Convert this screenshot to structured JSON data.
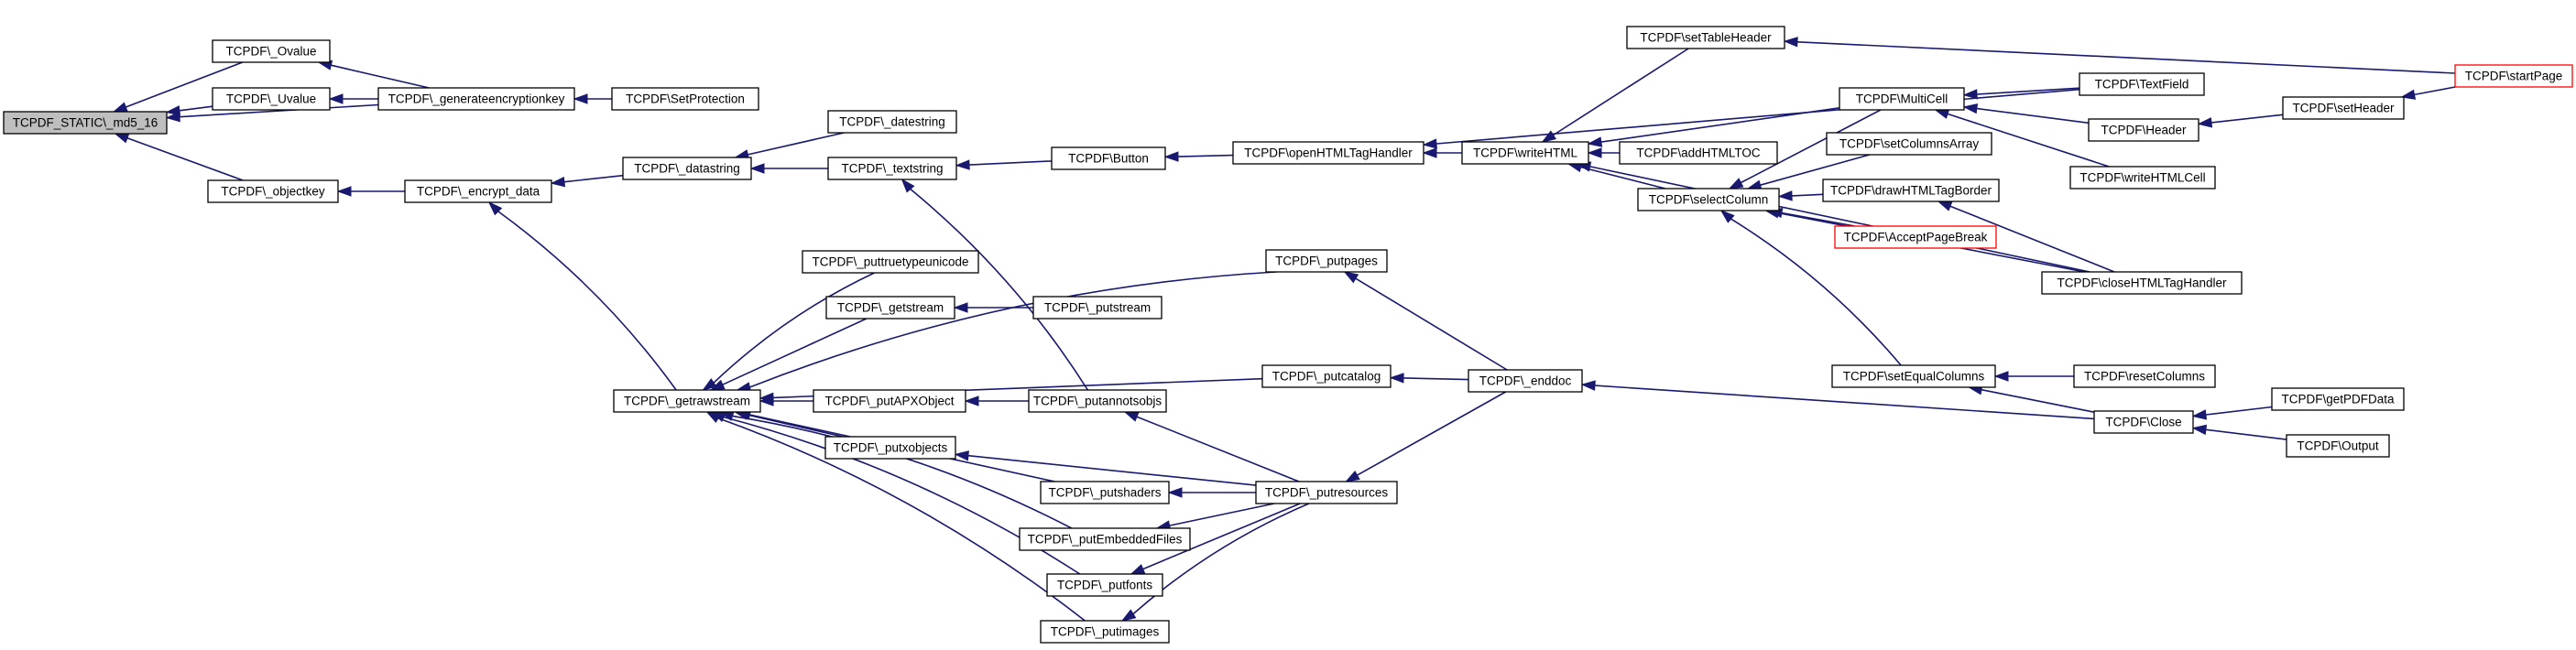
{
  "graph": {
    "root": "STATIC_md5_16",
    "colors": {
      "edge": "#191970",
      "root_fill": "#bfbfbf",
      "node_border": "#000000",
      "truncated_border": "#ff0000"
    },
    "nodes": {
      "STATIC_md5_16": {
        "label": "TCPDF_STATIC\\_md5_16"
      },
      "Ovalue": {
        "label": "TCPDF\\_Ovalue"
      },
      "Uvalue": {
        "label": "TCPDF\\_Uvalue"
      },
      "generateencryptionkey": {
        "label": "TCPDF\\_generateencryptionkey"
      },
      "SetProtection": {
        "label": "TCPDF\\SetProtection"
      },
      "objectkey": {
        "label": "TCPDF\\_objectkey"
      },
      "encrypt_data": {
        "label": "TCPDF\\_encrypt_data"
      },
      "datastring": {
        "label": "TCPDF\\_datastring"
      },
      "datestring": {
        "label": "TCPDF\\_datestring"
      },
      "textstring": {
        "label": "TCPDF\\_textstring"
      },
      "Button": {
        "label": "TCPDF\\Button"
      },
      "openHTMLTagHandler": {
        "label": "TCPDF\\openHTMLTagHandler"
      },
      "writeHTML": {
        "label": "TCPDF\\writeHTML"
      },
      "setTableHeader": {
        "label": "TCPDF\\setTableHeader"
      },
      "MultiCell": {
        "label": "TCPDF\\MultiCell"
      },
      "TextField": {
        "label": "TCPDF\\TextField"
      },
      "startPage": {
        "label": "TCPDF\\startPage",
        "truncated": true
      },
      "Header": {
        "label": "TCPDF\\Header"
      },
      "setHeader": {
        "label": "TCPDF\\setHeader"
      },
      "writeHTMLCell": {
        "label": "TCPDF\\writeHTMLCell"
      },
      "addHTMLTOC": {
        "label": "TCPDF\\addHTMLTOC"
      },
      "setColumnsArray": {
        "label": "TCPDF\\setColumnsArray"
      },
      "selectColumn": {
        "label": "TCPDF\\selectColumn"
      },
      "drawHTMLTagBorder": {
        "label": "TCPDF\\drawHTMLTagBorder"
      },
      "AcceptPageBreak": {
        "label": "TCPDF\\AcceptPageBreak",
        "truncated": true
      },
      "closeHTMLTagHandler": {
        "label": "TCPDF\\closeHTMLTagHandler"
      },
      "setEqualColumns": {
        "label": "TCPDF\\setEqualColumns"
      },
      "resetColumns": {
        "label": "TCPDF\\resetColumns"
      },
      "Close": {
        "label": "TCPDF\\Close"
      },
      "getPDFData": {
        "label": "TCPDF\\getPDFData"
      },
      "Output": {
        "label": "TCPDF\\Output"
      },
      "enddoc": {
        "label": "TCPDF\\_enddoc"
      },
      "putpages": {
        "label": "TCPDF\\_putpages"
      },
      "putcatalog": {
        "label": "TCPDF\\_putcatalog"
      },
      "putresources": {
        "label": "TCPDF\\_putresources"
      },
      "getrawstream": {
        "label": "TCPDF\\_getrawstream"
      },
      "puttruetypeunicode": {
        "label": "TCPDF\\_puttruetypeunicode"
      },
      "getstream": {
        "label": "TCPDF\\_getstream"
      },
      "putstream": {
        "label": "TCPDF\\_putstream"
      },
      "putAPXObject": {
        "label": "TCPDF\\_putAPXObject"
      },
      "putannotsobjs": {
        "label": "TCPDF\\_putannotsobjs"
      },
      "putxobjects": {
        "label": "TCPDF\\_putxobjects"
      },
      "putshaders": {
        "label": "TCPDF\\_putshaders"
      },
      "putEmbeddedFiles": {
        "label": "TCPDF\\_putEmbeddedFiles"
      },
      "putfonts": {
        "label": "TCPDF\\_putfonts"
      },
      "putimages": {
        "label": "TCPDF\\_putimages"
      }
    },
    "edges": [
      {
        "from": "Ovalue",
        "to": "STATIC_md5_16"
      },
      {
        "from": "Uvalue",
        "to": "STATIC_md5_16"
      },
      {
        "from": "generateencryptionkey",
        "to": "STATIC_md5_16"
      },
      {
        "from": "objectkey",
        "to": "STATIC_md5_16"
      },
      {
        "from": "generateencryptionkey",
        "to": "Ovalue"
      },
      {
        "from": "generateencryptionkey",
        "to": "Uvalue"
      },
      {
        "from": "SetProtection",
        "to": "generateencryptionkey"
      },
      {
        "from": "encrypt_data",
        "to": "objectkey"
      },
      {
        "from": "datastring",
        "to": "encrypt_data"
      },
      {
        "from": "getrawstream",
        "to": "encrypt_data"
      },
      {
        "from": "datestring",
        "to": "datastring"
      },
      {
        "from": "textstring",
        "to": "datastring"
      },
      {
        "from": "Button",
        "to": "textstring"
      },
      {
        "from": "putannotsobjs",
        "to": "textstring"
      },
      {
        "from": "openHTMLTagHandler",
        "to": "Button"
      },
      {
        "from": "writeHTML",
        "to": "openHTMLTagHandler"
      },
      {
        "from": "TextField",
        "to": "openHTMLTagHandler"
      },
      {
        "from": "setTableHeader",
        "to": "writeHTML"
      },
      {
        "from": "MultiCell",
        "to": "writeHTML"
      },
      {
        "from": "addHTMLTOC",
        "to": "writeHTML"
      },
      {
        "from": "selectColumn",
        "to": "writeHTML"
      },
      {
        "from": "closeHTMLTagHandler",
        "to": "writeHTML"
      },
      {
        "from": "startPage",
        "to": "setTableHeader"
      },
      {
        "from": "TextField",
        "to": "MultiCell"
      },
      {
        "from": "Header",
        "to": "MultiCell"
      },
      {
        "from": "writeHTMLCell",
        "to": "MultiCell"
      },
      {
        "from": "setHeader",
        "to": "Header"
      },
      {
        "from": "startPage",
        "to": "setHeader"
      },
      {
        "from": "MultiCell",
        "to": "selectColumn"
      },
      {
        "from": "setColumnsArray",
        "to": "selectColumn"
      },
      {
        "from": "drawHTMLTagBorder",
        "to": "selectColumn"
      },
      {
        "from": "AcceptPageBreak",
        "to": "selectColumn"
      },
      {
        "from": "closeHTMLTagHandler",
        "to": "selectColumn"
      },
      {
        "from": "setEqualColumns",
        "to": "selectColumn"
      },
      {
        "from": "closeHTMLTagHandler",
        "to": "drawHTMLTagBorder"
      },
      {
        "from": "resetColumns",
        "to": "setEqualColumns"
      },
      {
        "from": "Close",
        "to": "setEqualColumns"
      },
      {
        "from": "getPDFData",
        "to": "Close"
      },
      {
        "from": "Output",
        "to": "Close"
      },
      {
        "from": "Close",
        "to": "enddoc"
      },
      {
        "from": "enddoc",
        "to": "putpages"
      },
      {
        "from": "enddoc",
        "to": "putcatalog"
      },
      {
        "from": "enddoc",
        "to": "putresources"
      },
      {
        "from": "putresources",
        "to": "putannotsobjs"
      },
      {
        "from": "putresources",
        "to": "putxobjects"
      },
      {
        "from": "putresources",
        "to": "putshaders"
      },
      {
        "from": "putresources",
        "to": "putEmbeddedFiles"
      },
      {
        "from": "putresources",
        "to": "putfonts"
      },
      {
        "from": "putresources",
        "to": "putimages"
      },
      {
        "from": "putpages",
        "to": "getrawstream"
      },
      {
        "from": "puttruetypeunicode",
        "to": "getrawstream"
      },
      {
        "from": "getstream",
        "to": "getrawstream"
      },
      {
        "from": "putcatalog",
        "to": "getrawstream"
      },
      {
        "from": "putAPXObject",
        "to": "getrawstream"
      },
      {
        "from": "putxobjects",
        "to": "getrawstream"
      },
      {
        "from": "putshaders",
        "to": "getrawstream"
      },
      {
        "from": "putEmbeddedFiles",
        "to": "getrawstream"
      },
      {
        "from": "putfonts",
        "to": "getrawstream"
      },
      {
        "from": "putimages",
        "to": "getrawstream"
      },
      {
        "from": "putstream",
        "to": "getstream"
      },
      {
        "from": "putannotsobjs",
        "to": "putAPXObject"
      }
    ]
  }
}
